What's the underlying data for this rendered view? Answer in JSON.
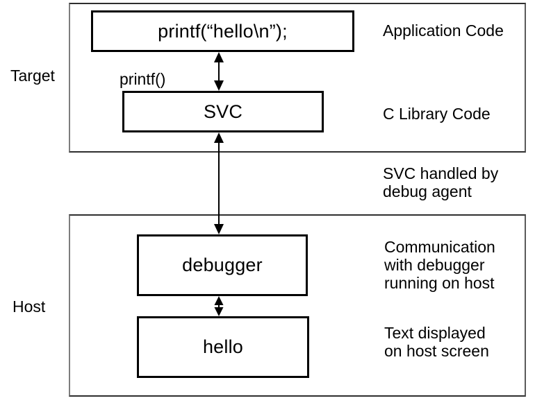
{
  "target": {
    "label": "Target",
    "app_box_text": "printf(“hello\\n”);",
    "app_caption": "Application Code",
    "printf_label": "printf()",
    "svc_box_text": "SVC",
    "svc_caption": "C Library Code"
  },
  "bridge": {
    "caption": "SVC handled by\ndebug agent"
  },
  "host": {
    "label": "Host",
    "debugger_box_text": "debugger",
    "debugger_caption": "Communication\nwith debugger\nrunning on host",
    "hello_box_text": "hello",
    "hello_caption": "Text displayed\non host screen"
  },
  "colors": {
    "line": "#000000",
    "inner_box_border": "#000000",
    "outer_box_border": "#2e2e2e",
    "background": "#ffffff"
  }
}
